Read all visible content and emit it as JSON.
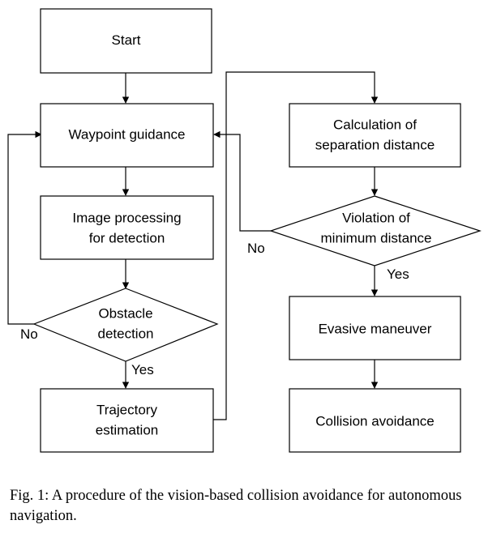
{
  "nodes": {
    "start": "Start",
    "waypoint": "Waypoint guidance",
    "image_processing": [
      "Image processing",
      "for detection"
    ],
    "obstacle_detection": [
      "Obstacle",
      "detection"
    ],
    "trajectory": [
      "Trajectory",
      "estimation"
    ],
    "calculation": [
      "Calculation of",
      "separation distance"
    ],
    "violation": [
      "Violation of",
      "minimum distance"
    ],
    "evasive": "Evasive maneuver",
    "collision": "Collision avoidance"
  },
  "branches": {
    "obstacle_no": "No",
    "obstacle_yes": "Yes",
    "violation_no": "No",
    "violation_yes": "Yes"
  },
  "caption": "Fig. 1: A procedure of the vision-based collision avoidance for autonomous navigation."
}
